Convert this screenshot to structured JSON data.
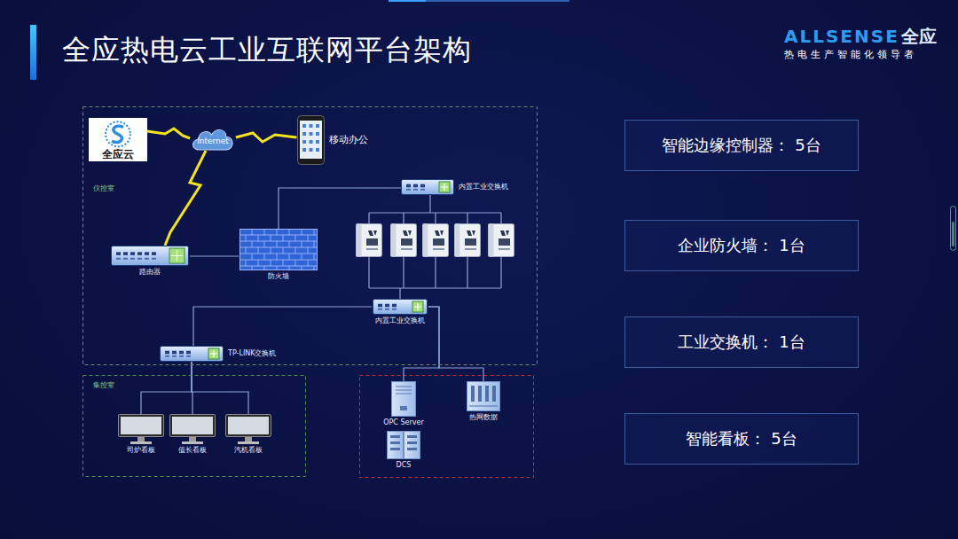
{
  "diagram": {
    "title": "全应热电云工业互联网平台架构",
    "nodes": [
      {
        "text": [
          "仪控室"
        ]
      },
      {
        "text": [
          "全应云"
        ],
        "in": 0
      },
      {
        "text": [
          "Internet"
        ],
        "in": 0
      },
      {
        "text": [
          "移动办公"
        ],
        "in": 0
      },
      {
        "text": [
          "路由器"
        ],
        "in": 0
      },
      {
        "text": [
          "防火墙"
        ],
        "in": 0
      },
      {
        "text": [
          "内置工业交换机"
        ],
        "in": 0
      },
      {
        "text": [
          "内置工业交换机"
        ],
        "in": 0
      },
      {
        "text": [
          "TP-LINK交换机"
        ],
        "in": 0
      },
      {
        "text": [
          "集控室"
        ]
      },
      {
        "text": [
          "司炉看板"
        ],
        "in": 9
      },
      {
        "text": [
          "值长看板"
        ],
        "in": 9
      },
      {
        "text": [
          "汽机看板"
        ],
        "in": 9
      },
      {
        "text": [
          "OPC Server"
        ]
      },
      {
        "text": [
          "热网数据"
        ]
      },
      {
        "text": [
          "DCS"
        ]
      },
      {
        "text": [
          "智能边缘控制器： 5台"
        ]
      },
      {
        "text": [
          "企业防火墙： 1台"
        ]
      },
      {
        "text": [
          "工业交换机： 1台"
        ]
      },
      {
        "text": [
          "智能看板： 5台"
        ]
      }
    ],
    "edges": [
      {
        "from": 1,
        "to": 2,
        "arrow": "none"
      },
      {
        "from": 2,
        "to": 3,
        "arrow": "none"
      },
      {
        "from": 2,
        "to": 4,
        "arrow": "none"
      },
      {
        "from": 4,
        "to": 5,
        "arrow": "none"
      },
      {
        "from": 5,
        "to": 6,
        "arrow": "none"
      },
      {
        "from": 7,
        "to": 8,
        "arrow": "none"
      },
      {
        "from": 8,
        "to": 10,
        "arrow": "none"
      },
      {
        "from": 8,
        "to": 11,
        "arrow": "none"
      },
      {
        "from": 8,
        "to": 12,
        "arrow": "none"
      },
      {
        "from": 7,
        "to": 13,
        "arrow": "none"
      },
      {
        "from": 7,
        "to": 14,
        "arrow": "none"
      }
    ],
    "labels": [
      "ALLSENSE",
      "全应",
      "热电生产智能化领导者"
    ]
  }
}
